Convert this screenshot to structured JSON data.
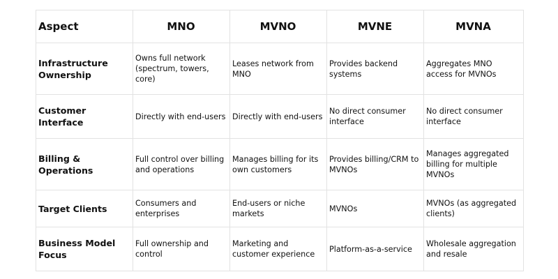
{
  "table": {
    "headers": [
      "Aspect",
      "MNO",
      "MVNO",
      "MVNE",
      "MVNA"
    ],
    "rows": [
      {
        "aspect": "Infrastructure Ownership",
        "cells": [
          "Owns full network (spectrum, towers, core)",
          "Leases network from MNO",
          "Provides backend systems",
          "Aggregates MNO access for MVNOs"
        ]
      },
      {
        "aspect": "Customer Interface",
        "cells": [
          "Directly with end-users",
          "Directly with end-users",
          "No direct consumer interface",
          "No direct consumer interface"
        ]
      },
      {
        "aspect": "Billing & Operations",
        "cells": [
          "Full control over billing and operations",
          "Manages billing for its own customers",
          "Provides billing/CRM to MVNOs",
          "Manages aggregated billing for multiple MVNOs"
        ]
      },
      {
        "aspect": "Target Clients",
        "cells": [
          "Consumers and enterprises",
          "End-users or niche markets",
          "MVNOs",
          "MVNOs (as aggregated clients)"
        ]
      },
      {
        "aspect": "Business Model Focus",
        "cells": [
          "Full ownership and control",
          "Marketing and customer experience",
          "Platform-as-a-service",
          "Wholesale aggregation and resale"
        ]
      }
    ]
  }
}
